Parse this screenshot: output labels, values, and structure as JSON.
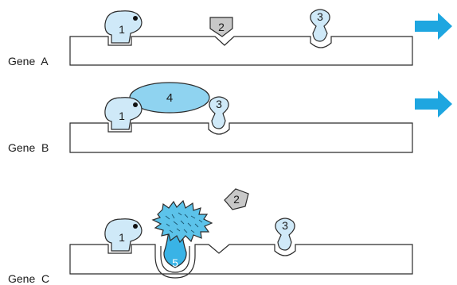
{
  "genes": [
    {
      "label": "Gene  A",
      "factors": [
        "1",
        "2",
        "3"
      ]
    },
    {
      "label": "Gene  B",
      "factors": [
        "1",
        "3",
        "4"
      ]
    },
    {
      "label": "Gene  C",
      "factors": [
        "1",
        "2",
        "3",
        "5"
      ]
    }
  ],
  "colors": {
    "factor_fill": "#cfe9f8",
    "factor4_fill": "#8fd3f0",
    "factor5_fill": "#39b3e6",
    "complex_fill": "#5cc3ea",
    "factor2_fill": "#c8c8c8",
    "arrow": "#1ea6e0",
    "outline": "#2b2b2b"
  }
}
